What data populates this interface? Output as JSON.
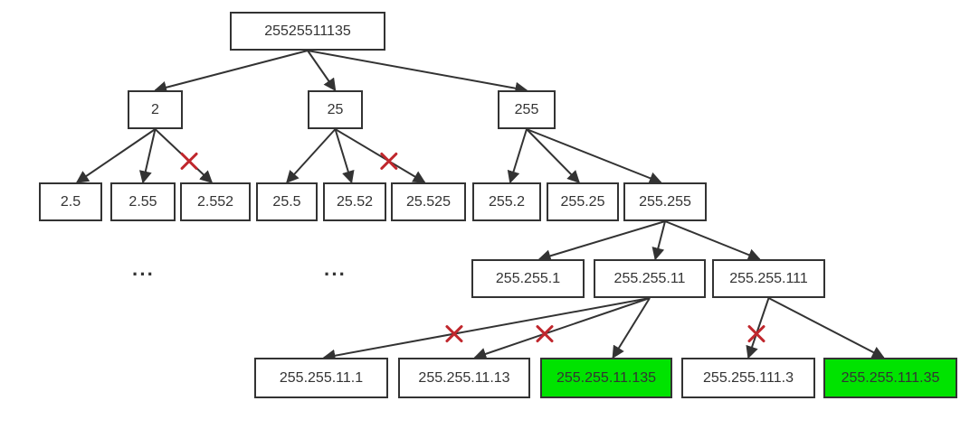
{
  "diagram": {
    "root": {
      "label": "25525511135"
    },
    "level1": [
      {
        "id": "n2",
        "label": "2"
      },
      {
        "id": "n25",
        "label": "25"
      },
      {
        "id": "n255",
        "label": "255"
      }
    ],
    "level2": [
      {
        "id": "n2_5",
        "label": "2.5"
      },
      {
        "id": "n2_55",
        "label": "2.55"
      },
      {
        "id": "n2_552",
        "label": "2.552"
      },
      {
        "id": "n25_5",
        "label": "25.5"
      },
      {
        "id": "n25_52",
        "label": "25.52"
      },
      {
        "id": "n25_525",
        "label": "25.525"
      },
      {
        "id": "n255_2",
        "label": "255.2"
      },
      {
        "id": "n255_25",
        "label": "255.25"
      },
      {
        "id": "n255_255",
        "label": "255.255"
      }
    ],
    "level3": [
      {
        "id": "n255_255_1",
        "label": "255.255.1"
      },
      {
        "id": "n255_255_11",
        "label": "255.255.11"
      },
      {
        "id": "n255_255_111",
        "label": "255.255.111"
      }
    ],
    "level4": [
      {
        "id": "n11_1",
        "label": "255.255.11.1",
        "valid": false
      },
      {
        "id": "n11_13",
        "label": "255.255.11.13",
        "valid": false
      },
      {
        "id": "n11_135",
        "label": "255.255.11.135",
        "valid": true
      },
      {
        "id": "n111_3",
        "label": "255.255.111.3",
        "valid": false
      },
      {
        "id": "n111_35",
        "label": "255.255.111.35",
        "valid": true
      }
    ],
    "ellipses": [
      {
        "id": "e1",
        "text": "···"
      },
      {
        "id": "e2",
        "text": "···"
      }
    ],
    "pruned_edges": [
      "n2->n2_552",
      "n25->n25_525",
      "n255_255_11->n11_1",
      "n255_255_11->n11_13",
      "n255_255_111->n111_3"
    ],
    "highlight_color": "#00e300",
    "prune_mark_color": "#c0272d"
  }
}
